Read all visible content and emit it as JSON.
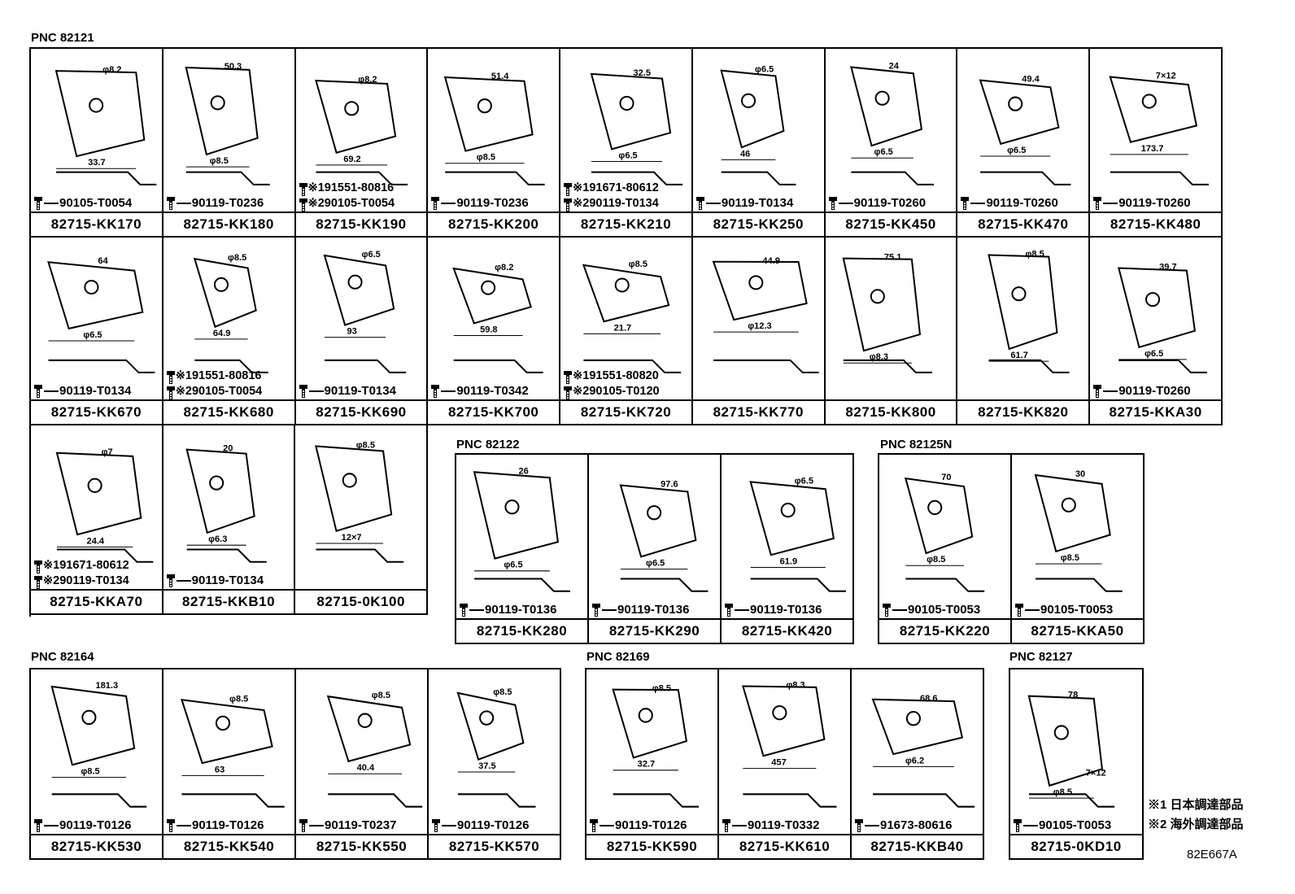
{
  "sections": [
    {
      "pnc": "PNC 82121",
      "cells": [
        {
          "part": "82715-KK170",
          "bolt": "90105-T0054",
          "dims": [
            "φ8.2",
            "33.7"
          ]
        },
        {
          "part": "82715-KK180",
          "bolt": "90119-T0236",
          "dims": [
            "50.3",
            "φ8.5"
          ]
        },
        {
          "part": "82715-KK190",
          "bolt_lines": [
            "※191551-80816",
            "※290105-T0054"
          ],
          "dims": [
            "φ8.2",
            "69.2"
          ]
        },
        {
          "part": "82715-KK200",
          "bolt": "90119-T0236",
          "dims": [
            "51.4",
            "φ8.5"
          ]
        },
        {
          "part": "82715-KK210",
          "bolt_lines": [
            "※191671-80612",
            "※290119-T0134"
          ],
          "dims": [
            "32.5",
            "φ6.5"
          ]
        },
        {
          "part": "82715-KK250",
          "bolt": "90119-T0134",
          "dims": [
            "φ6.5",
            "46"
          ]
        },
        {
          "part": "82715-KK450",
          "bolt": "90119-T0260",
          "dims": [
            "24",
            "φ6.5"
          ]
        },
        {
          "part": "82715-KK470",
          "bolt": "90119-T0260",
          "dims": [
            "49.4",
            "φ6.5"
          ]
        },
        {
          "part": "82715-KK480",
          "bolt": "90119-T0260",
          "dims": [
            "7×12",
            "173.7"
          ]
        },
        {
          "part": "82715-KK670",
          "bolt": "90119-T0134",
          "dims": [
            "64",
            "φ6.5"
          ]
        },
        {
          "part": "82715-KK680",
          "bolt_lines": [
            "※191551-80816",
            "※290105-T0054"
          ],
          "dims": [
            "φ8.5",
            "64.9"
          ]
        },
        {
          "part": "82715-KK690",
          "bolt": "90119-T0134",
          "dims": [
            "φ6.5",
            "93"
          ]
        },
        {
          "part": "82715-KK700",
          "bolt": "90119-T0342",
          "dims": [
            "φ8.2",
            "59.8"
          ]
        },
        {
          "part": "82715-KK720",
          "bolt_lines": [
            "※191551-80820",
            "※290105-T0120"
          ],
          "dims": [
            "φ8.5",
            "21.7"
          ]
        },
        {
          "part": "82715-KK770",
          "bolt": "",
          "dims": [
            "44.9",
            "φ12.3"
          ]
        },
        {
          "part": "82715-KK800",
          "bolt": "",
          "dims": [
            "75.1",
            "φ8.3"
          ]
        },
        {
          "part": "82715-KK820",
          "bolt": "",
          "dims": [
            "φ8.5",
            "61.7"
          ]
        },
        {
          "part": "82715-KKA30",
          "bolt": "90119-T0260",
          "dims": [
            "39.7",
            "φ6.5"
          ]
        },
        {
          "part": "82715-KKA70",
          "bolt_lines": [
            "※191671-80612",
            "※290119-T0134"
          ],
          "dims": [
            "φ7",
            "24.4"
          ]
        },
        {
          "part": "82715-KKB10",
          "bolt": "90119-T0134",
          "dims": [
            "20",
            "φ6.3"
          ]
        },
        {
          "part": "82715-0K100",
          "bolt": "",
          "dims": [
            "φ8.5",
            "12×7"
          ]
        }
      ]
    },
    {
      "pnc": "PNC 82122",
      "cells": [
        {
          "part": "82715-KK280",
          "bolt": "90119-T0136",
          "dims": [
            "26",
            "φ6.5"
          ]
        },
        {
          "part": "82715-KK290",
          "bolt": "90119-T0136",
          "dims": [
            "97.6",
            "φ6.5"
          ]
        },
        {
          "part": "82715-KK420",
          "bolt": "90119-T0136",
          "dims": [
            "φ6.5",
            "61.9"
          ]
        }
      ]
    },
    {
      "pnc": "PNC 82125N",
      "cells": [
        {
          "part": "82715-KK220",
          "bolt": "90105-T0053",
          "dims": [
            "70",
            "φ8.5"
          ]
        },
        {
          "part": "82715-KKA50",
          "bolt": "90105-T0053",
          "dims": [
            "30",
            "φ8.5"
          ]
        }
      ]
    },
    {
      "pnc": "PNC 82164",
      "cells": [
        {
          "part": "82715-KK530",
          "bolt": "90119-T0126",
          "dims": [
            "181.3",
            "φ8.5"
          ]
        },
        {
          "part": "82715-KK540",
          "bolt": "90119-T0126",
          "dims": [
            "φ8.5",
            "63"
          ]
        },
        {
          "part": "82715-KK550",
          "bolt": "90119-T0237",
          "dims": [
            "φ8.5",
            "40.4"
          ]
        },
        {
          "part": "82715-KK570",
          "bolt": "90119-T0126",
          "dims": [
            "φ8.5",
            "37.5"
          ]
        }
      ]
    },
    {
      "pnc": "PNC 82169",
      "cells": [
        {
          "part": "82715-KK590",
          "bolt": "90119-T0126",
          "dims": [
            "φ8.5",
            "32.7"
          ]
        },
        {
          "part": "82715-KK610",
          "bolt": "90119-T0332",
          "dims": [
            "φ8.3",
            "457"
          ]
        },
        {
          "part": "82715-KKB40",
          "bolt": "91673-80616",
          "dims": [
            "68.6",
            "φ6.2"
          ]
        }
      ]
    },
    {
      "pnc": "PNC 82127",
      "cells": [
        {
          "part": "82715-0KD10",
          "bolt": "90105-T0053",
          "dims": [
            "78",
            "φ8.5",
            "7×12"
          ]
        }
      ]
    }
  ],
  "legend": [
    "※1 日本調達部品",
    "※2 海外調達部品"
  ],
  "code": "82E667A"
}
